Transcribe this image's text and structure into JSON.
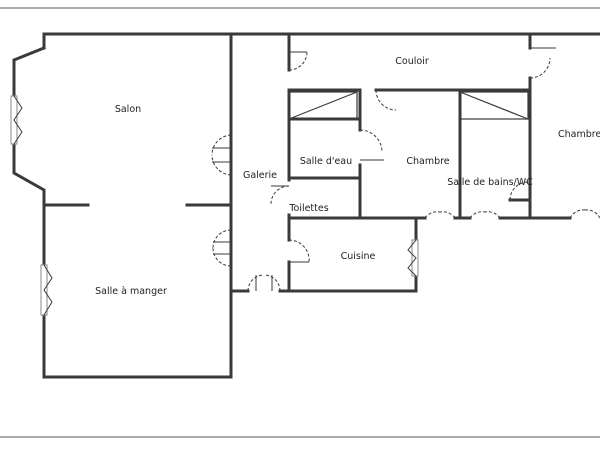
{
  "floorplan": {
    "rooms": {
      "salon": "Salon",
      "salle_a_manger": "Salle à manger",
      "galerie": "Galerie",
      "couloir": "Couloir",
      "salle_d_eau": "Salle d'eau",
      "chambre_1": "Chambre",
      "salle_de_bains": "Salle de bains/WC",
      "chambre_2": "Chambre",
      "toilettes": "Toilettes",
      "cuisine": "Cuisine"
    }
  }
}
